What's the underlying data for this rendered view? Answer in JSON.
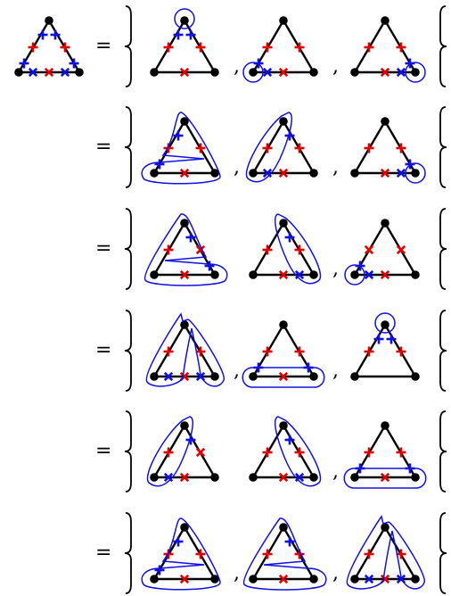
{
  "symbols": {
    "equals": "=",
    "separator": ","
  },
  "colors": {
    "edge": "#000000",
    "red_marker": "#e00000",
    "blue_marker": "#1010e0",
    "loop": "#1010e0"
  },
  "marker_types": {
    "plus": "+",
    "cross": "×"
  },
  "lhs": {
    "id": "lhs",
    "marks": [
      [
        "C",
        "plus",
        "blue"
      ],
      [
        "F",
        "plus",
        "blue"
      ],
      [
        "E",
        "plus",
        "blue"
      ],
      [
        "H",
        "plus",
        "blue"
      ],
      [
        "D",
        "plus",
        "red"
      ],
      [
        "G",
        "plus",
        "red"
      ],
      [
        "I",
        "cross",
        "blue"
      ],
      [
        "J",
        "cross",
        "red"
      ],
      [
        "K",
        "cross",
        "blue"
      ]
    ]
  },
  "rows": [
    {
      "id": "row-1",
      "separators": [
        true,
        true
      ],
      "diagrams": [
        {
          "marks": [
            [
              "C",
              "plus",
              "blue"
            ],
            [
              "E",
              "plus",
              "blue"
            ],
            [
              "D",
              "plus",
              "red"
            ],
            [
              "G",
              "plus",
              "red"
            ],
            [
              "J",
              "cross",
              "red"
            ]
          ],
          "loops": [
            "top"
          ]
        },
        {
          "marks": [
            [
              "H",
              "plus",
              "blue"
            ],
            [
              "D",
              "plus",
              "red"
            ],
            [
              "G",
              "plus",
              "red"
            ],
            [
              "I",
              "cross",
              "blue"
            ],
            [
              "J",
              "cross",
              "red"
            ]
          ],
          "loops": [
            "left"
          ]
        },
        {
          "marks": [
            [
              "F",
              "plus",
              "blue"
            ],
            [
              "D",
              "plus",
              "red"
            ],
            [
              "G",
              "plus",
              "red"
            ],
            [
              "J",
              "cross",
              "red"
            ],
            [
              "K",
              "cross",
              "blue"
            ]
          ],
          "loops": [
            "right"
          ]
        }
      ]
    },
    {
      "id": "row-2",
      "separators": [
        true,
        true
      ],
      "diagrams": [
        {
          "marks": [
            [
              "C",
              "plus",
              "blue"
            ],
            [
              "H",
              "plus",
              "blue"
            ],
            [
              "D",
              "plus",
              "red"
            ],
            [
              "G",
              "plus",
              "red"
            ],
            [
              "J",
              "cross",
              "red"
            ]
          ],
          "loops": [
            "topleft-fork"
          ]
        },
        {
          "marks": [
            [
              "E",
              "plus",
              "blue"
            ],
            [
              "D",
              "plus",
              "red"
            ],
            [
              "G",
              "plus",
              "red"
            ],
            [
              "I",
              "cross",
              "blue"
            ],
            [
              "J",
              "cross",
              "red"
            ]
          ],
          "loops": [
            "leftedge-lean"
          ]
        },
        {
          "marks": [
            [
              "F",
              "plus",
              "blue"
            ],
            [
              "D",
              "plus",
              "red"
            ],
            [
              "G",
              "plus",
              "red"
            ],
            [
              "J",
              "cross",
              "red"
            ],
            [
              "K",
              "cross",
              "blue"
            ]
          ],
          "loops": [
            "right"
          ]
        }
      ]
    },
    {
      "id": "row-3",
      "separators": [
        false,
        true
      ],
      "diagrams": [
        {
          "marks": [
            [
              "E",
              "plus",
              "blue"
            ],
            [
              "F",
              "plus",
              "blue"
            ],
            [
              "D",
              "plus",
              "red"
            ],
            [
              "G",
              "cross",
              "red"
            ],
            [
              "J",
              "cross",
              "red"
            ]
          ],
          "loops": [
            "topright-fork"
          ]
        },
        {
          "marks": [
            [
              "E",
              "plus",
              "blue"
            ],
            [
              "D",
              "plus",
              "red"
            ],
            [
              "G",
              "plus",
              "red"
            ],
            [
              "J",
              "cross",
              "red"
            ],
            [
              "K",
              "cross",
              "blue"
            ]
          ],
          "loops": [
            "rightedge-lean"
          ]
        },
        {
          "marks": [
            [
              "H",
              "plus",
              "blue"
            ],
            [
              "D",
              "cross",
              "red"
            ],
            [
              "G",
              "cross",
              "red"
            ],
            [
              "I",
              "cross",
              "blue"
            ],
            [
              "J",
              "cross",
              "red"
            ]
          ],
          "loops": [
            "left"
          ]
        }
      ]
    },
    {
      "id": "row-4",
      "separators": [
        true,
        true
      ],
      "diagrams": [
        {
          "marks": [
            [
              "D",
              "plus",
              "red"
            ],
            [
              "G",
              "plus",
              "red"
            ],
            [
              "I",
              "cross",
              "blue"
            ],
            [
              "J",
              "cross",
              "red"
            ],
            [
              "K",
              "cross",
              "blue"
            ]
          ],
          "loops": [
            "split"
          ]
        },
        {
          "marks": [
            [
              "H",
              "plus",
              "blue"
            ],
            [
              "F",
              "plus",
              "blue"
            ],
            [
              "D",
              "plus",
              "red"
            ],
            [
              "G",
              "plus",
              "red"
            ],
            [
              "J",
              "cross",
              "red"
            ]
          ],
          "loops": [
            "bottom"
          ]
        },
        {
          "marks": [
            [
              "C",
              "plus",
              "blue"
            ],
            [
              "E",
              "plus",
              "blue"
            ],
            [
              "D",
              "plus",
              "red"
            ],
            [
              "G",
              "plus",
              "red"
            ]
          ],
          "loops": [
            "top"
          ]
        }
      ]
    },
    {
      "id": "row-5",
      "separators": [
        false,
        true
      ],
      "diagrams": [
        {
          "marks": [
            [
              "E",
              "plus",
              "blue"
            ],
            [
              "D",
              "plus",
              "red"
            ],
            [
              "G",
              "cross",
              "red"
            ],
            [
              "I",
              "cross",
              "blue"
            ],
            [
              "J",
              "cross",
              "red"
            ]
          ],
          "loops": [
            "leftedge-lean"
          ]
        },
        {
          "marks": [
            [
              "E",
              "plus",
              "blue"
            ],
            [
              "D",
              "plus",
              "red"
            ],
            [
              "G",
              "plus",
              "red"
            ],
            [
              "J",
              "cross",
              "red"
            ],
            [
              "K",
              "cross",
              "blue"
            ]
          ],
          "loops": [
            "rightedge-lean"
          ]
        },
        {
          "marks": [
            [
              "H",
              "plus",
              "blue"
            ],
            [
              "F",
              "plus",
              "blue"
            ],
            [
              "D",
              "plus",
              "red"
            ],
            [
              "G",
              "plus",
              "red"
            ],
            [
              "J",
              "cross",
              "red"
            ]
          ],
          "loops": [
            "bottom"
          ]
        }
      ]
    },
    {
      "id": "row-6",
      "separators": [
        true,
        true
      ],
      "diagrams": [
        {
          "marks": [
            [
              "C",
              "plus",
              "blue"
            ],
            [
              "H",
              "plus",
              "blue"
            ],
            [
              "D",
              "plus",
              "red"
            ],
            [
              "G",
              "plus",
              "red"
            ],
            [
              "J",
              "cross",
              "red"
            ]
          ],
          "loops": [
            "topleft-fork"
          ]
        },
        {
          "marks": [
            [
              "E",
              "plus",
              "blue"
            ],
            [
              "D",
              "plus",
              "red"
            ],
            [
              "G",
              "plus",
              "red"
            ],
            [
              "J",
              "cross",
              "red"
            ]
          ],
          "loops": [
            "topright-fork"
          ]
        },
        {
          "marks": [
            [
              "D",
              "plus",
              "red"
            ],
            [
              "G",
              "plus",
              "red"
            ],
            [
              "I",
              "cross",
              "blue"
            ],
            [
              "J",
              "cross",
              "red"
            ],
            [
              "K",
              "cross",
              "blue"
            ]
          ],
          "loops": [
            "split"
          ]
        }
      ]
    }
  ]
}
